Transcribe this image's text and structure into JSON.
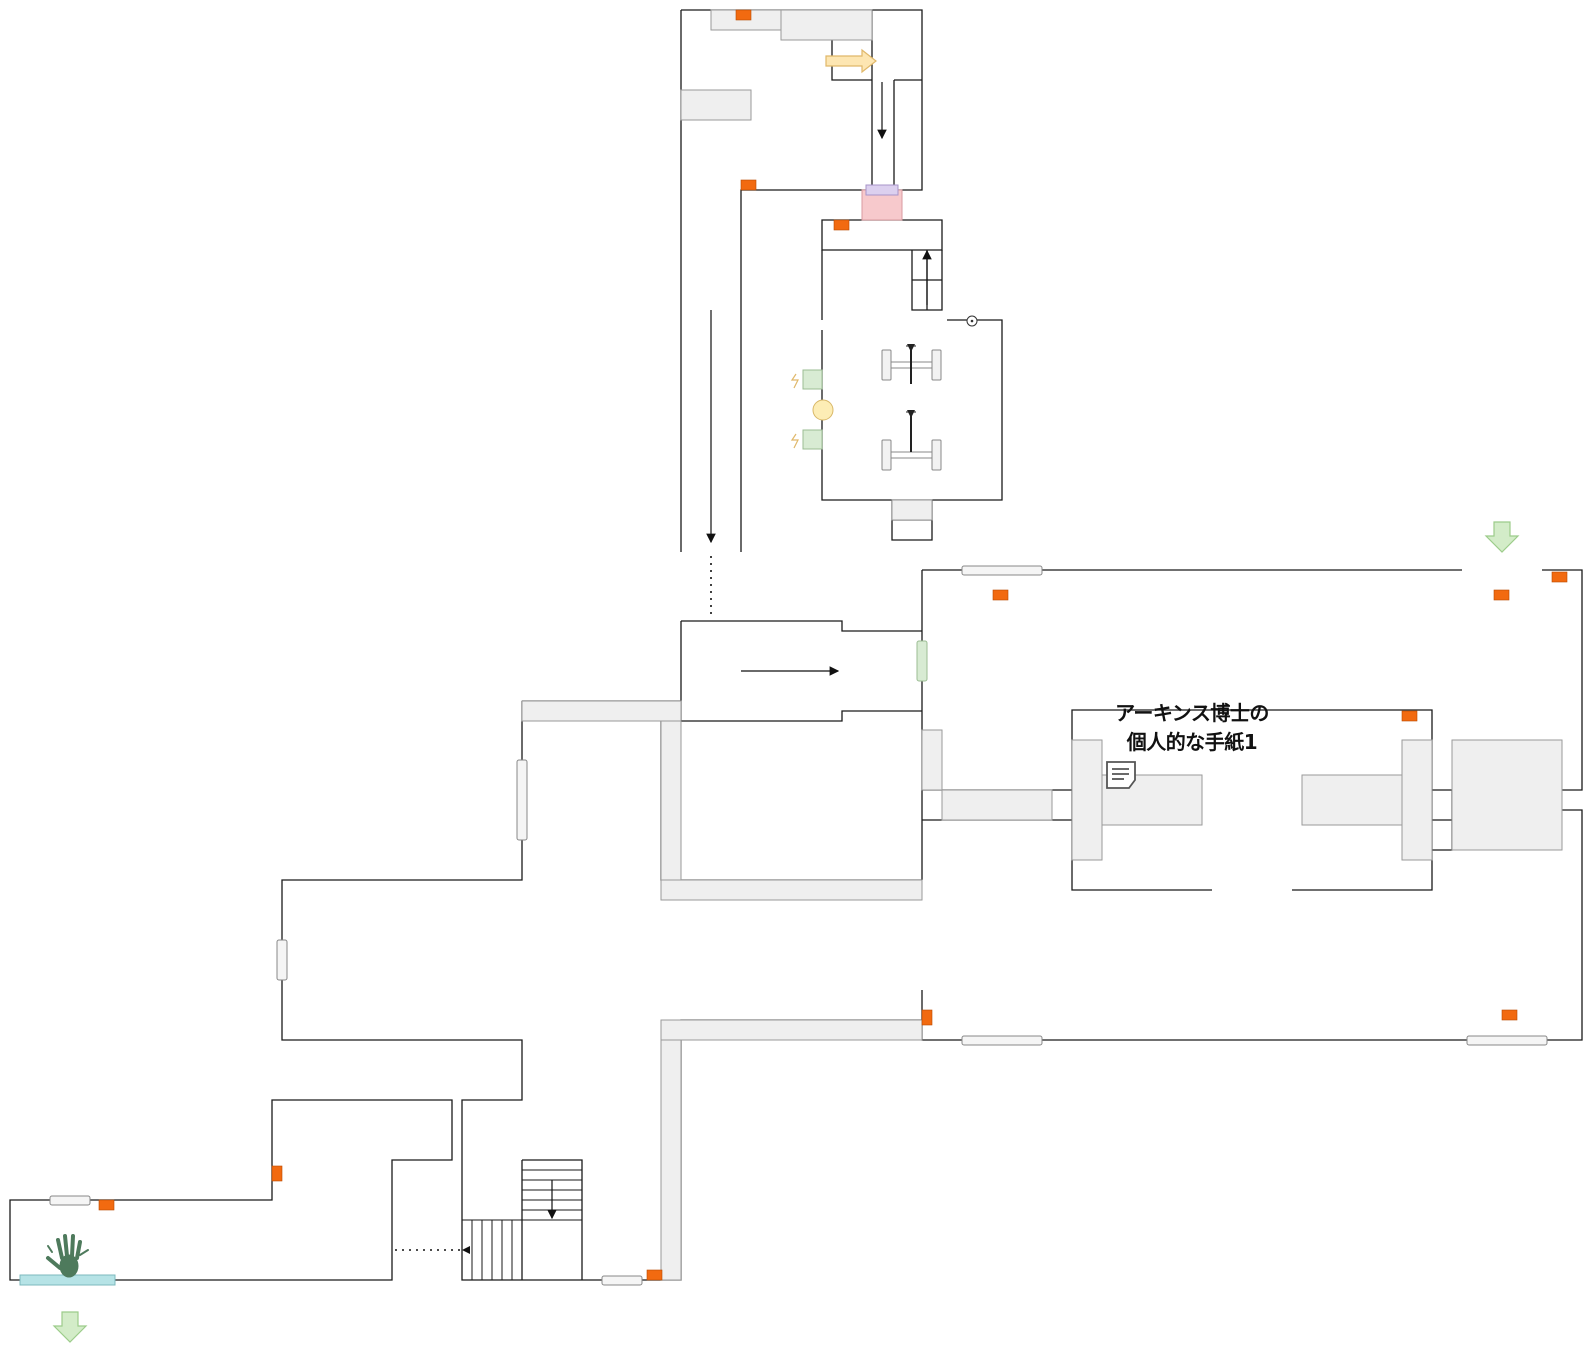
{
  "map": {
    "label": {
      "line1": "アーキンス博士の",
      "line2": "個人的な手紙1"
    },
    "colors": {
      "wall": "#1a1a1a",
      "furniture_fill": "#efefef",
      "furniture_stroke": "#9a9a9a",
      "save_marker": "#f26a10",
      "save_marker_stroke": "#b84a00",
      "door_green": "#d8ebd3",
      "door_green_stroke": "#9bbd93",
      "exit_arrow": "#d3ecc8",
      "exit_arrow_stroke": "#9ccc8a",
      "elevator_pink": "#f7c9cc",
      "elevator_lavender": "#dcd0ef",
      "hint_arrow_fill": "#fde6b2",
      "hint_arrow_stroke": "#e0b86a",
      "handprint": "#4e7a5c",
      "water": "#b6e3e6",
      "bulb": "#fdedb5"
    },
    "icons": [
      "save-point-marker",
      "exit-arrow-icon",
      "hint-arrow-icon",
      "document-icon",
      "handprint-icon",
      "bulb-icon",
      "keyhole-icon",
      "light-beam-icon",
      "pillar-icon"
    ]
  }
}
